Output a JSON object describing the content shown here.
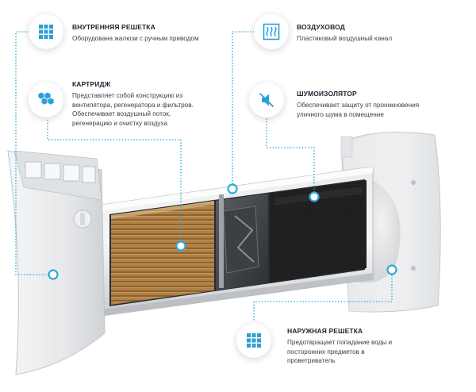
{
  "callouts": {
    "inner_grille": {
      "title": "ВНУТРЕННЯЯ РЕШЕТКА",
      "text": "Оборудована жалюзи с ручным приводом",
      "icon": "grid-icon"
    },
    "cartridge": {
      "title": "КАРТРИДЖ",
      "text_lines": [
        "Представляет собой конструкцию из",
        "вентилятора, регенератора и фильтров.",
        "Обеспечивает воздушный поток,",
        "регенерацию и очистку воздуха"
      ],
      "icon": "hexagon-cluster-icon"
    },
    "air_duct": {
      "title": "ВОЗДУХОВОД",
      "text": "Пластиковый воздушный канал",
      "icon": "airflow-waves-icon"
    },
    "noise_insulator": {
      "title": "ШУМОИЗОЛЯТОР",
      "text_lines": [
        "Обеспечивает защиту от проникновения",
        "уличного шума в помещение"
      ],
      "icon": "muted-speaker-icon"
    },
    "outer_grille": {
      "title": "НАРУЖНАЯ РЕШЕТКА",
      "text_lines": [
        "Предотвращает попадание воды и",
        "посторонних предметов в",
        "проветриватель"
      ],
      "icon": "grid-icon"
    }
  },
  "colors": {
    "accent": "#2fa8dc",
    "icon_blue": "#2b9fd6",
    "heading": "#1e2430",
    "body_text": "#3a3f48",
    "regenerator": "#a9773e",
    "insulator": "#1c1c1c"
  }
}
